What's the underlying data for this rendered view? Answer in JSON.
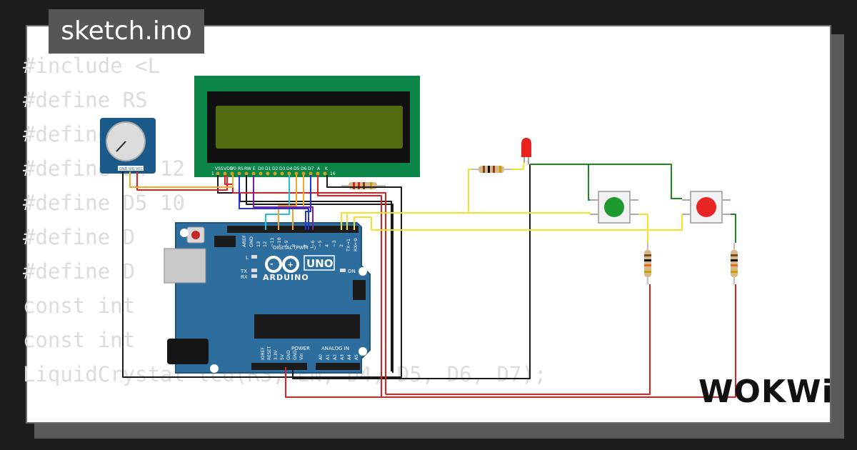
{
  "header": {
    "filename": "sketch.ino"
  },
  "code_lines": [
    "#include <L",
    "#define RS",
    "#define EN",
    "#define D4 12",
    "#define D5 10",
    "#define D",
    "#define D",
    "const int",
    "const int",
    "LiquidCrystal lcd(RS, EN, D4, D5, D6, D7);"
  ],
  "lcd": {
    "pin_labels": [
      "VSS",
      "VDD",
      "V0",
      "RS",
      "RW",
      "E",
      "D0",
      "D1",
      "D2",
      "D3",
      "D4",
      "D5",
      "D6",
      "D7",
      "A",
      "K"
    ],
    "pin_first": "1",
    "pin_last": "16",
    "body_color": "#0b8448",
    "screen_color": "#556b0f"
  },
  "arduino": {
    "model": "UNO",
    "brand": "ARDUINO",
    "digital_label": "DIGITAL (PWM ~)",
    "analog_label": "ANALOG IN",
    "power_label": "POWER",
    "aref": "AREF",
    "gnd": "GND",
    "d13": "13",
    "d12": "12",
    "d11": "~11",
    "d10": "~10",
    "d9": "~9",
    "d8": "8",
    "d7": "7",
    "d6": "~6",
    "d5": "~5",
    "d4": "4",
    "d3": "~3",
    "d2": "2",
    "tx": "TX→1",
    "rx": "RX←0",
    "led_l": "L",
    "led_tx": "TX",
    "led_rx": "RX",
    "on": "ON",
    "power_pins": [
      "IOREF",
      "RESET",
      "3.3V",
      "5V",
      "GND",
      "GND",
      "Vin"
    ],
    "analog_pins": [
      "A0",
      "A1",
      "A2",
      "A3",
      "A4",
      "A5"
    ],
    "board_color": "#2e6e9e"
  },
  "potentiometer": {
    "pins": "GND SIG VCC"
  },
  "buttons": {
    "green_color": "#1d9a2e",
    "red_color": "#e82424"
  },
  "led": {
    "color": "#e8241c"
  },
  "wire_colors": {
    "red": "#e81c1c",
    "black": "#1a1a1a",
    "yellow": "#f2e22a",
    "green": "#1a8a1a",
    "orange": "#f5a623",
    "blue": "#2233dd",
    "purple": "#7a1fa2",
    "cyan": "#22c0d8"
  },
  "brand": {
    "logo": "WOKWi"
  }
}
